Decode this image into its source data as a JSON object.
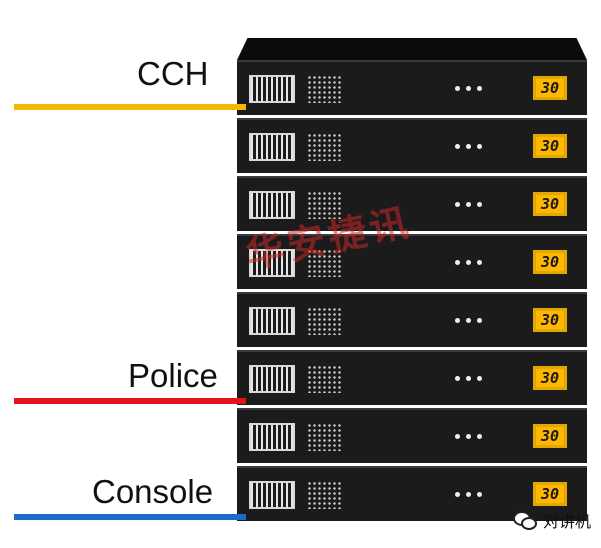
{
  "diagram": {
    "units": [
      {
        "display": "30"
      },
      {
        "display": "30"
      },
      {
        "display": "30"
      },
      {
        "display": "30"
      },
      {
        "display": "30"
      },
      {
        "display": "30"
      },
      {
        "display": "30"
      },
      {
        "display": "30"
      }
    ],
    "connections": [
      {
        "label": "CCH",
        "color": "#f5b800"
      },
      {
        "label": "Police",
        "color": "#e3131b"
      },
      {
        "label": "Console",
        "color": "#1a6cc4"
      }
    ],
    "watermark": "华安捷讯",
    "credit": "对讲机"
  }
}
